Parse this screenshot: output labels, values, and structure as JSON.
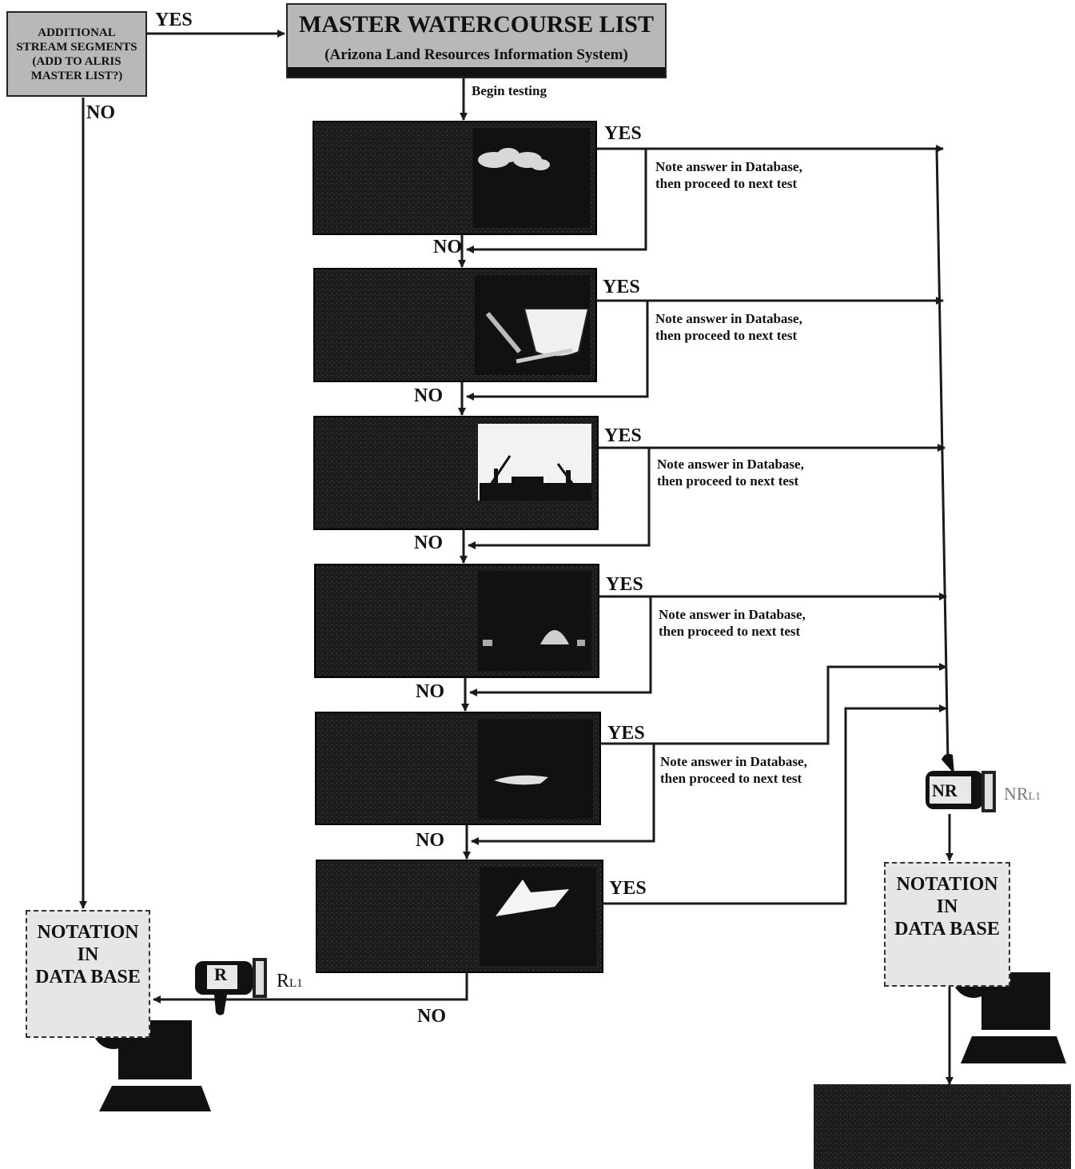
{
  "top_left_box": {
    "lines": [
      "ADDITIONAL",
      "STREAM SEGMENTS",
      "(ADD TO ALRIS",
      "MASTER LIST?)"
    ]
  },
  "master_list": {
    "title": "MASTER WATERCOURSE LIST",
    "subtitle": "(Arizona Land Resources Information System)"
  },
  "begin_label": "Begin testing",
  "yes": "YES",
  "no": "NO",
  "notes": [
    "Note answer in Database, then proceed to next test",
    "Note answer in Database, then proceed to next test",
    "Note answer in Database, then proceed to next test",
    "Note answer in Database, then proceed to next test",
    "Note answer in Database, then proceed to next test"
  ],
  "left_notation": {
    "lines": [
      "NOTATION",
      "IN",
      "DATA BASE"
    ]
  },
  "right_notation": {
    "lines": [
      "NOTATION",
      "IN",
      "DATA BASE"
    ]
  },
  "thumb_down": {
    "badge": "R",
    "label": "R",
    "label_sub": "L1"
  },
  "thumb_up": {
    "badge": "NR",
    "label": "NR",
    "label_sub": "L1"
  },
  "test_icons": [
    "clouds-icon",
    "bucket-icon",
    "boat-people-icon",
    "mound-icon",
    "fish-icon",
    "boat-icon"
  ],
  "colors": {
    "dark": "#1a1a1a",
    "gray": "#b8b8b8",
    "line": "#1a1a1a"
  }
}
